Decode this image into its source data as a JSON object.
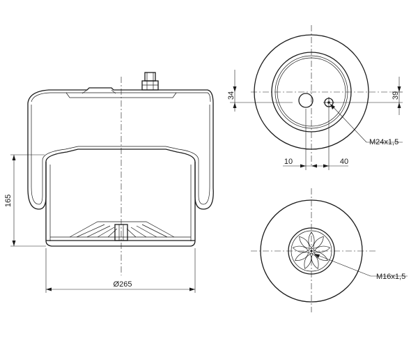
{
  "dimensions": {
    "height": "165",
    "diameter": "Ø265",
    "offset_34": "34",
    "offset_39": "39",
    "offset_10": "10",
    "offset_40": "40"
  },
  "threads": {
    "top": "M24x1,5",
    "bottom": "M16x1,5"
  }
}
